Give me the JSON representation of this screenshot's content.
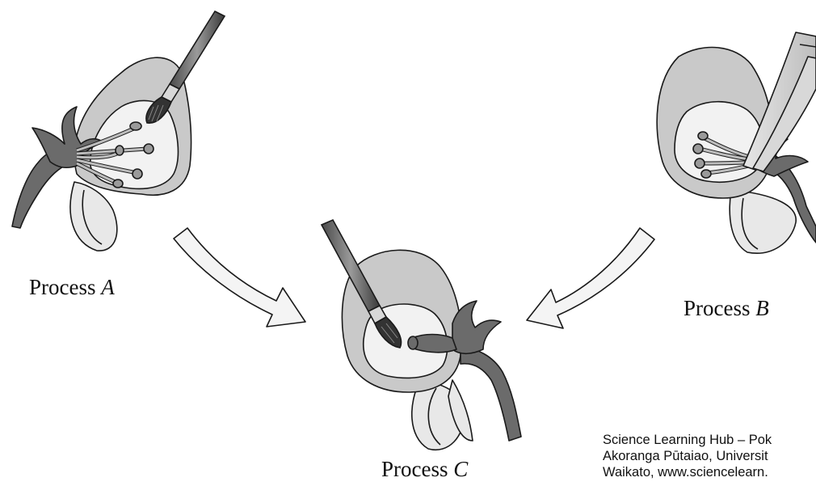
{
  "labels": {
    "process_a": {
      "prefix": "Process ",
      "letter": "A"
    },
    "process_b": {
      "prefix": "Process ",
      "letter": "B"
    },
    "process_c": {
      "prefix": "Process ",
      "letter": "C"
    }
  },
  "credit": {
    "line1": "Science Learning Hub – Pok",
    "line2": "Akoranga Pūtaiao, Universit",
    "line3": "Waikato, www.sciencelearn."
  },
  "colors": {
    "petal_outer": "#c9c9c9",
    "petal_inner": "#f0f0f0",
    "stem": "#6b6b6b",
    "outline": "#1a1a1a",
    "arrow_fill": "#f4f4f4"
  },
  "icons": [
    "paintbrush-icon",
    "tweezers-icon",
    "curved-arrow-icon"
  ]
}
